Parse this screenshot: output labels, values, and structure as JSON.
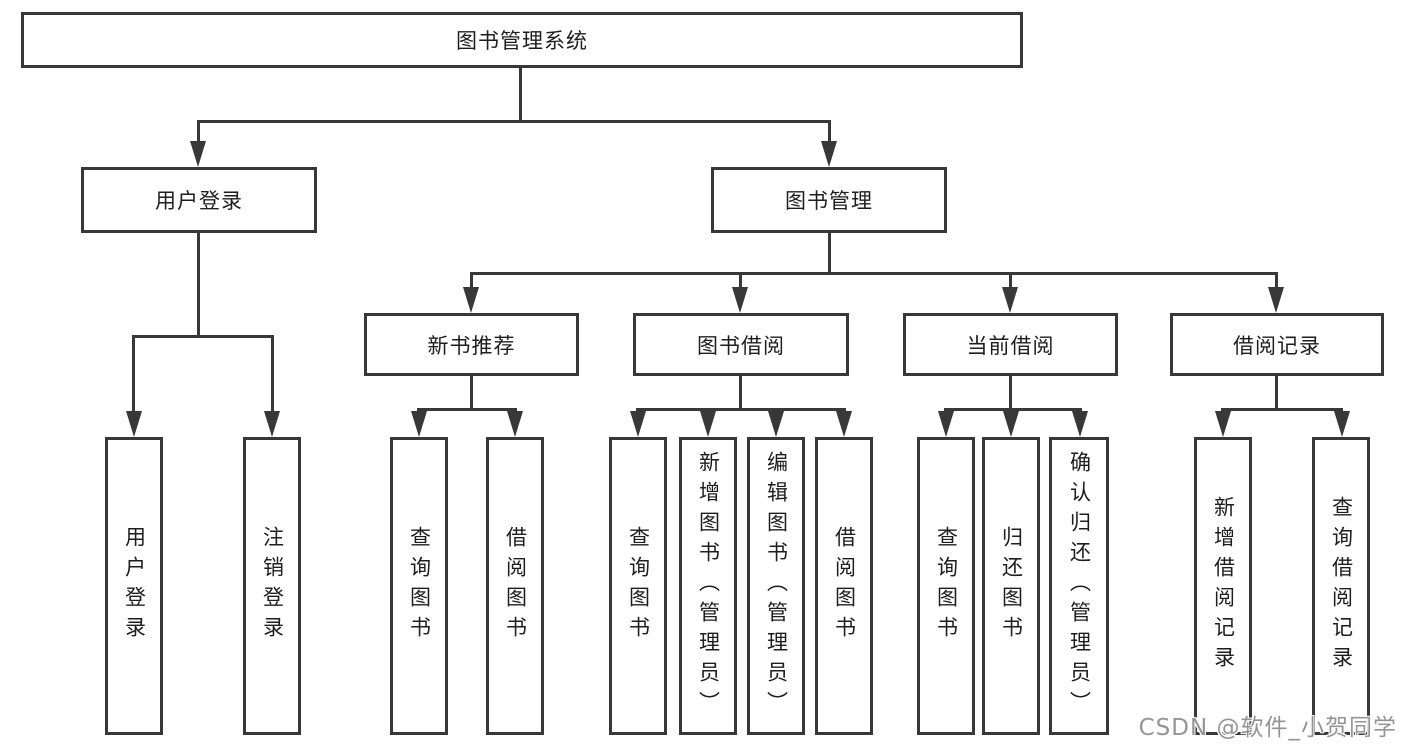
{
  "diagram": {
    "root": "图书管理系统",
    "level2": {
      "user_login": "用户登录",
      "book_mgmt": "图书管理"
    },
    "level3": {
      "new_books": "新书推荐",
      "book_borrow": "图书借阅",
      "current_borrow": "当前借阅",
      "borrow_records": "借阅记录"
    },
    "leaves": {
      "user_login": [
        "用户登录",
        "注销登录"
      ],
      "new_books": [
        "查询图书",
        "借阅图书"
      ],
      "book_borrow": [
        "查询图书",
        "新增图书（管理员）",
        "编辑图书（管理员）",
        "借阅图书"
      ],
      "current_borrow": [
        "查询图书",
        "归还图书",
        "确认归还（管理员）"
      ],
      "borrow_records": [
        "新增借阅记录",
        "查询借阅记录"
      ]
    }
  },
  "watermark": "CSDN @软件_小贺同学",
  "colors": {
    "line": "#383838",
    "text": "#1e1e1e",
    "watermark": "#8c8c8c",
    "background": "#ffffff"
  }
}
